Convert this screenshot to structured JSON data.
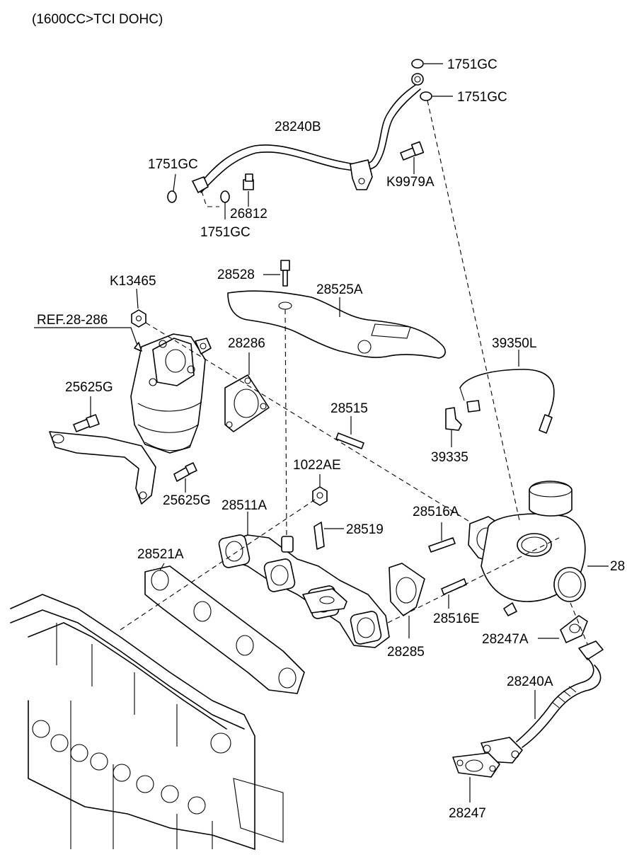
{
  "header": {
    "title": "(1600CC>TCI DOHC)"
  },
  "labels": {
    "p1751gc_top": "1751GC",
    "p1751gc_mid": "1751GC",
    "p28240b": "28240B",
    "p1751gc_left": "1751GC",
    "pk9979a": "K9979A",
    "p26812": "26812",
    "p1751gc_low": "1751GC",
    "p28528": "28528",
    "pk13465": "K13465",
    "p28525a": "28525A",
    "pref": "REF.28-286",
    "p28286": "28286",
    "p39350l": "39350L",
    "p25625g_top": "25625G",
    "p28515": "28515",
    "p39335": "39335",
    "p1022ae": "1022AE",
    "p25625g_bot": "25625G",
    "p28511a": "28511A",
    "p28516a": "28516A",
    "p28519": "28519",
    "p28521a": "28521A",
    "p28_cut": "28",
    "p28516e": "28516E",
    "p28247a": "28247A",
    "p28285": "28285",
    "p28240a": "28240A",
    "p28247": "28247"
  }
}
